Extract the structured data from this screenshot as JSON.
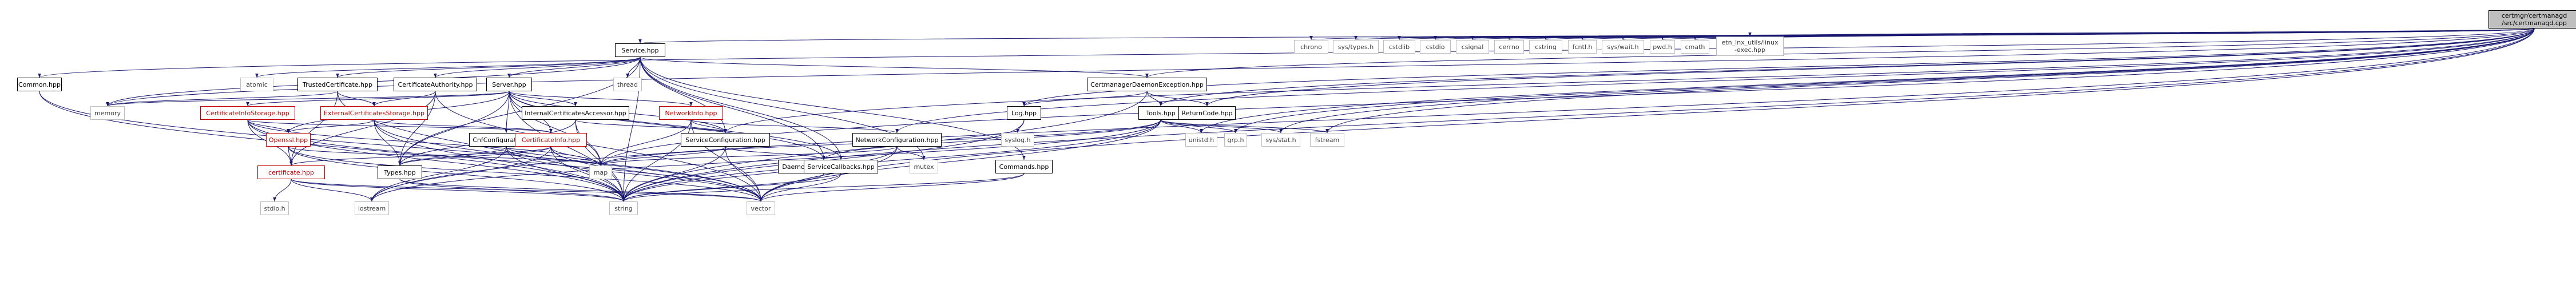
{
  "graph": {
    "type": "include-dependency-graph",
    "root": "certmgr/certmanagd/src/certmanagd.cpp",
    "nodes": [
      {
        "id": "root",
        "label": "certmgr/certmanagd\n/src/certmanagd.cpp"
      },
      {
        "id": "common",
        "label": "Common.hpp"
      },
      {
        "id": "service",
        "label": "Service.hpp"
      },
      {
        "id": "chrono",
        "label": "chrono"
      },
      {
        "id": "systypes",
        "label": "sys/types.h"
      },
      {
        "id": "cstdlib",
        "label": "cstdlib"
      },
      {
        "id": "cstdio",
        "label": "cstdio"
      },
      {
        "id": "csignal",
        "label": "csignal"
      },
      {
        "id": "cerrno",
        "label": "cerrno"
      },
      {
        "id": "cstring",
        "label": "cstring"
      },
      {
        "id": "fcntl",
        "label": "fcntl.h"
      },
      {
        "id": "syswait",
        "label": "sys/wait.h"
      },
      {
        "id": "pwd",
        "label": "pwd.h"
      },
      {
        "id": "cmath",
        "label": "cmath"
      },
      {
        "id": "etnexec",
        "label": "etn_lnx_utils/linux\n-exec.hpp"
      },
      {
        "id": "atomic",
        "label": "atomic"
      },
      {
        "id": "trusted",
        "label": "TrustedCertificate.hpp"
      },
      {
        "id": "certauth",
        "label": "CertificateAuthority.hpp"
      },
      {
        "id": "server",
        "label": "Server.hpp"
      },
      {
        "id": "thread",
        "label": "thread"
      },
      {
        "id": "daemonexc",
        "label": "CertmanagerDaemonException.hpp"
      },
      {
        "id": "memory",
        "label": "memory"
      },
      {
        "id": "certinfostorage",
        "label": "CertificateInfoStorage.hpp"
      },
      {
        "id": "extcertstorage",
        "label": "ExternalCertificatesStorage.hpp"
      },
      {
        "id": "internalcert",
        "label": "InternalCertificatesAccessor.hpp"
      },
      {
        "id": "networkinfo",
        "label": "NetworkInfo.hpp"
      },
      {
        "id": "loghpp",
        "label": "Log.hpp"
      },
      {
        "id": "tools",
        "label": "Tools.hpp"
      },
      {
        "id": "returncode",
        "label": "ReturnCode.hpp"
      },
      {
        "id": "openssl",
        "label": "Openssl.hpp"
      },
      {
        "id": "cnfconfig",
        "label": "CnfConfiguration.hpp"
      },
      {
        "id": "certinfo",
        "label": "CertificateInfo.hpp"
      },
      {
        "id": "serviceconfig",
        "label": "ServiceConfiguration.hpp"
      },
      {
        "id": "netconfig",
        "label": "NetworkConfiguration.hpp"
      },
      {
        "id": "syslog",
        "label": "syslog.h"
      },
      {
        "id": "unistd",
        "label": "unistd.h"
      },
      {
        "id": "grp",
        "label": "grp.h"
      },
      {
        "id": "sysstat",
        "label": "sys/stat.h"
      },
      {
        "id": "fstream",
        "label": "fstream"
      },
      {
        "id": "certificate",
        "label": "certificate.hpp"
      },
      {
        "id": "typeshpp",
        "label": "Types.hpp"
      },
      {
        "id": "map",
        "label": "map"
      },
      {
        "id": "daemonconfig",
        "label": "DaemonConfiguration.hpp"
      },
      {
        "id": "servicecallbacks",
        "label": "ServiceCallbacks.hpp"
      },
      {
        "id": "mutex",
        "label": "mutex"
      },
      {
        "id": "commands",
        "label": "Commands.hpp"
      },
      {
        "id": "stdioh",
        "label": "stdio.h"
      },
      {
        "id": "iostream",
        "label": "iostream"
      },
      {
        "id": "string",
        "label": "string"
      },
      {
        "id": "vector",
        "label": "vector"
      }
    ],
    "edges": [
      [
        "root",
        "common"
      ],
      [
        "root",
        "service"
      ],
      [
        "root",
        "chrono"
      ],
      [
        "root",
        "systypes"
      ],
      [
        "root",
        "cstdlib"
      ],
      [
        "root",
        "cstdio"
      ],
      [
        "root",
        "csignal"
      ],
      [
        "root",
        "cerrno"
      ],
      [
        "root",
        "cstring"
      ],
      [
        "root",
        "fcntl"
      ],
      [
        "root",
        "syswait"
      ],
      [
        "root",
        "pwd"
      ],
      [
        "root",
        "cmath"
      ],
      [
        "root",
        "etnexec"
      ],
      [
        "root",
        "daemonexc"
      ],
      [
        "root",
        "loghpp"
      ],
      [
        "root",
        "tools"
      ],
      [
        "root",
        "returncode"
      ],
      [
        "root",
        "netconfig"
      ],
      [
        "root",
        "serviceconfig"
      ],
      [
        "root",
        "memory"
      ],
      [
        "root",
        "map"
      ],
      [
        "root",
        "string"
      ],
      [
        "root",
        "vector"
      ],
      [
        "root",
        "iostream"
      ],
      [
        "root",
        "grp"
      ],
      [
        "root",
        "sysstat"
      ],
      [
        "root",
        "unistd"
      ],
      [
        "root",
        "fstream"
      ],
      [
        "common",
        "string"
      ],
      [
        "common",
        "vector"
      ],
      [
        "service",
        "atomic"
      ],
      [
        "service",
        "trusted"
      ],
      [
        "service",
        "certauth"
      ],
      [
        "service",
        "server"
      ],
      [
        "service",
        "thread"
      ],
      [
        "service",
        "daemonexc"
      ],
      [
        "service",
        "memory"
      ],
      [
        "service",
        "typeshpp"
      ],
      [
        "service",
        "serviceconfig"
      ],
      [
        "service",
        "servicecallbacks"
      ],
      [
        "service",
        "daemonconfig"
      ],
      [
        "service",
        "mutex"
      ],
      [
        "service",
        "commands"
      ],
      [
        "service",
        "string"
      ],
      [
        "trusted",
        "extcertstorage"
      ],
      [
        "trusted",
        "certificate"
      ],
      [
        "trusted",
        "string"
      ],
      [
        "trusted",
        "memory"
      ],
      [
        "certauth",
        "extcertstorage"
      ],
      [
        "certauth",
        "typeshpp"
      ],
      [
        "certauth",
        "certificate"
      ],
      [
        "certauth",
        "vector"
      ],
      [
        "server",
        "certinfostorage"
      ],
      [
        "server",
        "internalcert"
      ],
      [
        "server",
        "networkinfo"
      ],
      [
        "server",
        "openssl"
      ],
      [
        "server",
        "cnfconfig"
      ],
      [
        "server",
        "certinfo"
      ],
      [
        "server",
        "serviceconfig"
      ],
      [
        "server",
        "typeshpp"
      ],
      [
        "server",
        "map"
      ],
      [
        "server",
        "memory"
      ],
      [
        "server",
        "servicecallbacks"
      ],
      [
        "server",
        "daemonconfig"
      ],
      [
        "server",
        "string"
      ],
      [
        "daemonexc",
        "loghpp"
      ],
      [
        "daemonexc",
        "tools"
      ],
      [
        "daemonexc",
        "returncode"
      ],
      [
        "daemonexc",
        "string"
      ],
      [
        "certinfostorage",
        "openssl"
      ],
      [
        "certinfostorage",
        "certinfo"
      ],
      [
        "certinfostorage",
        "certificate"
      ],
      [
        "certinfostorage",
        "map"
      ],
      [
        "certinfostorage",
        "string"
      ],
      [
        "certinfostorage",
        "vector"
      ],
      [
        "extcertstorage",
        "openssl"
      ],
      [
        "extcertstorage",
        "certinfo"
      ],
      [
        "extcertstorage",
        "typeshpp"
      ],
      [
        "extcertstorage",
        "string"
      ],
      [
        "extcertstorage",
        "vector"
      ],
      [
        "internalcert",
        "serviceconfig"
      ],
      [
        "internalcert",
        "typeshpp"
      ],
      [
        "internalcert",
        "string"
      ],
      [
        "internalcert",
        "map"
      ],
      [
        "networkinfo",
        "netconfig"
      ],
      [
        "networkinfo",
        "serviceconfig"
      ],
      [
        "networkinfo",
        "map"
      ],
      [
        "networkinfo",
        "string"
      ],
      [
        "networkinfo",
        "vector"
      ],
      [
        "loghpp",
        "syslog"
      ],
      [
        "loghpp",
        "string"
      ],
      [
        "tools",
        "unistd"
      ],
      [
        "tools",
        "grp"
      ],
      [
        "tools",
        "sysstat"
      ],
      [
        "tools",
        "fstream"
      ],
      [
        "tools",
        "map"
      ],
      [
        "tools",
        "string"
      ],
      [
        "tools",
        "vector"
      ],
      [
        "tools",
        "iostream"
      ],
      [
        "tools",
        "daemonconfig"
      ],
      [
        "openssl",
        "certificate"
      ],
      [
        "openssl",
        "string"
      ],
      [
        "openssl",
        "vector"
      ],
      [
        "openssl",
        "map"
      ],
      [
        "cnfconfig",
        "typeshpp"
      ],
      [
        "cnfconfig",
        "map"
      ],
      [
        "cnfconfig",
        "string"
      ],
      [
        "cnfconfig",
        "vector"
      ],
      [
        "cnfconfig",
        "iostream"
      ],
      [
        "certinfo",
        "certificate"
      ],
      [
        "certinfo",
        "typeshpp"
      ],
      [
        "certinfo",
        "map"
      ],
      [
        "certinfo",
        "string"
      ],
      [
        "certinfo",
        "vector"
      ],
      [
        "certinfo",
        "iostream"
      ],
      [
        "serviceconfig",
        "map"
      ],
      [
        "serviceconfig",
        "string"
      ],
      [
        "serviceconfig",
        "vector"
      ],
      [
        "serviceconfig",
        "daemonconfig"
      ],
      [
        "netconfig",
        "map"
      ],
      [
        "netconfig",
        "mutex"
      ],
      [
        "netconfig",
        "string"
      ],
      [
        "netconfig",
        "vector"
      ],
      [
        "certificate",
        "stdioh"
      ],
      [
        "certificate",
        "string"
      ],
      [
        "certificate",
        "iostream"
      ],
      [
        "certificate",
        "vector"
      ],
      [
        "typeshpp",
        "string"
      ],
      [
        "typeshpp",
        "vector"
      ],
      [
        "daemonconfig",
        "string"
      ],
      [
        "servicecallbacks",
        "string"
      ],
      [
        "servicecallbacks",
        "vector"
      ],
      [
        "commands",
        "string"
      ],
      [
        "commands",
        "vector"
      ]
    ]
  }
}
